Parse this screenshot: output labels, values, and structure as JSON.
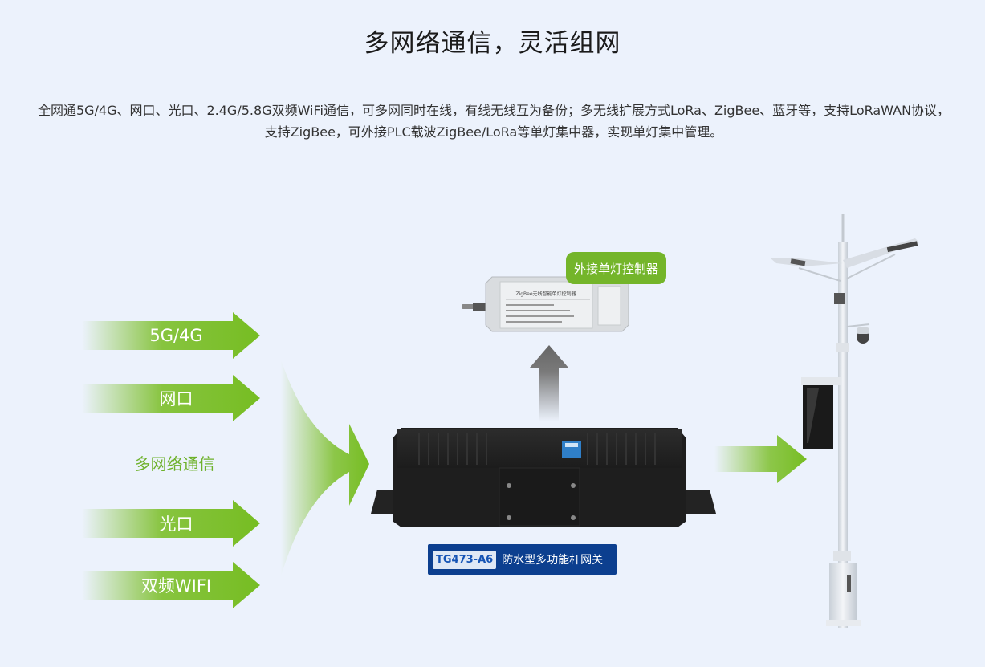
{
  "header": {
    "title": "多网络通信，灵活组网",
    "description": "全网通5G/4G、网口、光口、2.4G/5.8G双频WiFi通信，可多网同时在线，有线无线互为备份；多无线扩展方式LoRa、ZigBee、蓝牙等，支持LoRaWAN协议，支持ZigBee，可外接PLC载波ZigBee/LoRa等单灯集中器，实现单灯集中管理。"
  },
  "diagram": {
    "inputs": [
      {
        "label": "5G/4G"
      },
      {
        "label": "网口"
      },
      {
        "label": "光口"
      },
      {
        "label": "双频WIFI"
      }
    ],
    "multi_network_label": "多网络通信",
    "controller": {
      "badge": "外接单灯控制器",
      "panel_text": "ZigBee无线智能单灯控制器"
    },
    "gateway": {
      "model": "TG473-A6",
      "name": "防水型多功能杆网关"
    },
    "colors": {
      "accent_green": "#74b52a",
      "tag_blue": "#0c3f8f",
      "background": "#ecf2fc"
    }
  }
}
